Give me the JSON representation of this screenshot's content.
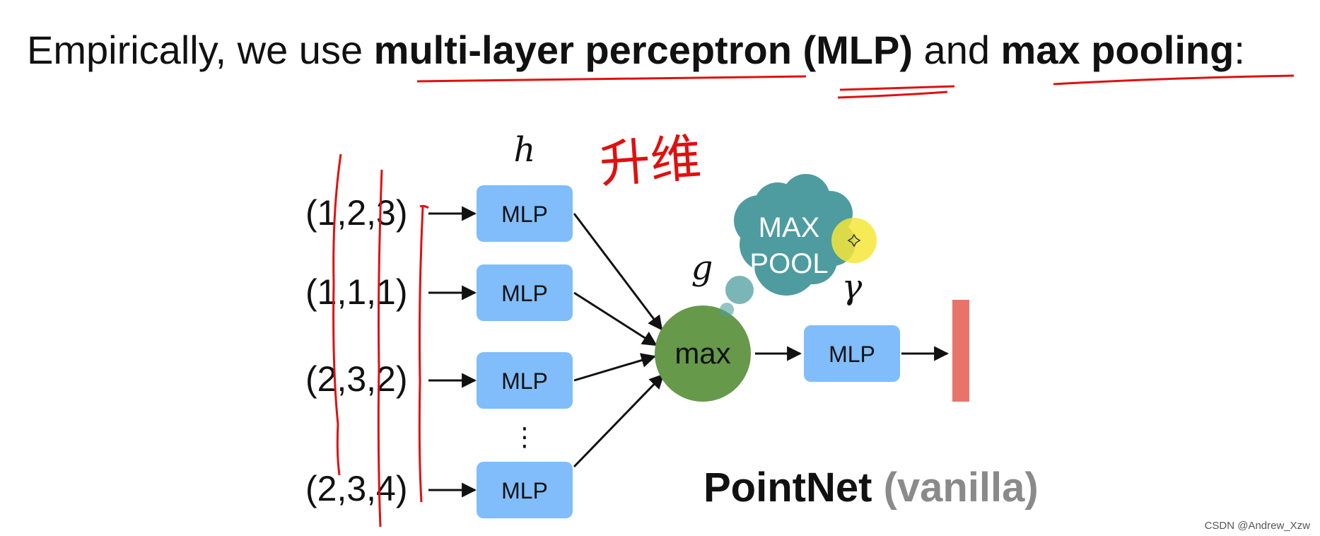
{
  "headline": {
    "part1": "Empirically, we use ",
    "bold1": "multi-layer perceptron (MLP)",
    "part2": " and ",
    "bold2": "max pooling",
    "part3": ":"
  },
  "inputs": [
    "(1,2,3)",
    "(1,1,1)",
    "(2,3,2)",
    "(2,3,4)"
  ],
  "mlp_label": "MLP",
  "ellipsis": "⋮",
  "symbols": {
    "h": "h",
    "g": "g",
    "gamma": "γ"
  },
  "max_label": "max",
  "bubble": {
    "line1": "MAX",
    "line2": "POOL"
  },
  "title": {
    "main": "PointNet",
    "sub": "(vanilla)"
  },
  "annotation_text": "升维",
  "watermark": "CSDN @Andrew_Xzw",
  "colors": {
    "mlp_box": "#80bdfa",
    "max_node": "#66994a",
    "bubble": "#4e9c9f",
    "output_bar": "#e8736b",
    "annotation": "#e01010",
    "cursor": "#f5e63a"
  }
}
